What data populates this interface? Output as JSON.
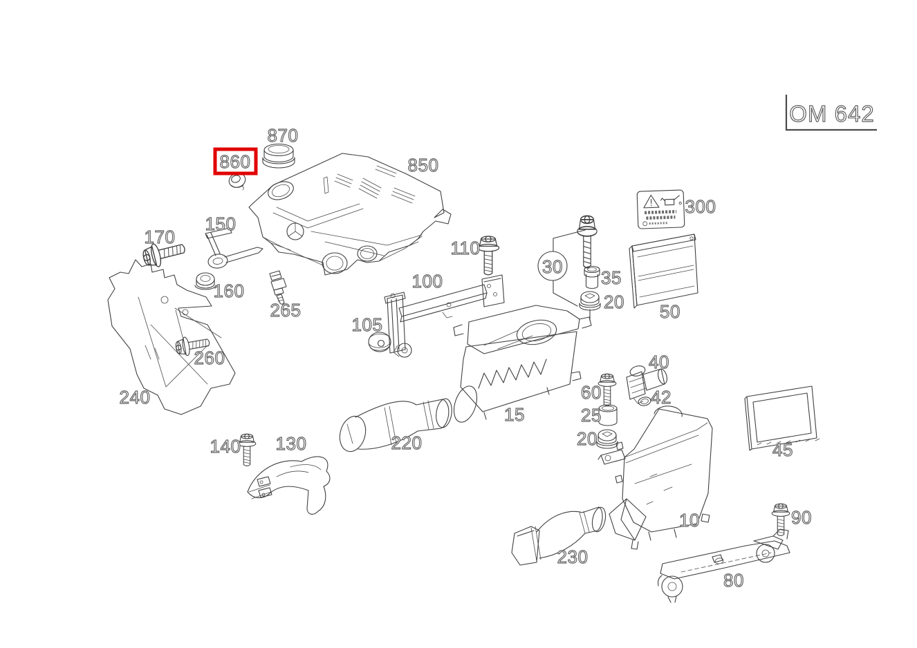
{
  "diagram": {
    "title_code": "OM 642",
    "highlight_color": "#e10000",
    "selected_callout": "860"
  },
  "callouts": {
    "c870": "870",
    "c860": "860",
    "c850": "850",
    "c300": "300",
    "c170": "170",
    "c150": "150",
    "c110": "110",
    "c100": "100",
    "c105": "105",
    "c160": "160",
    "c265": "265",
    "c260": "260",
    "c240": "240",
    "c30": "30",
    "c35": "35",
    "c20a": "20",
    "c50": "50",
    "c15": "15",
    "c220": "220",
    "c130": "130",
    "c140": "140",
    "c40": "40",
    "c42": "42",
    "c60": "60",
    "c25": "25",
    "c20b": "20",
    "c45": "45",
    "c10": "10",
    "c90": "90",
    "c230": "230",
    "c80": "80"
  }
}
